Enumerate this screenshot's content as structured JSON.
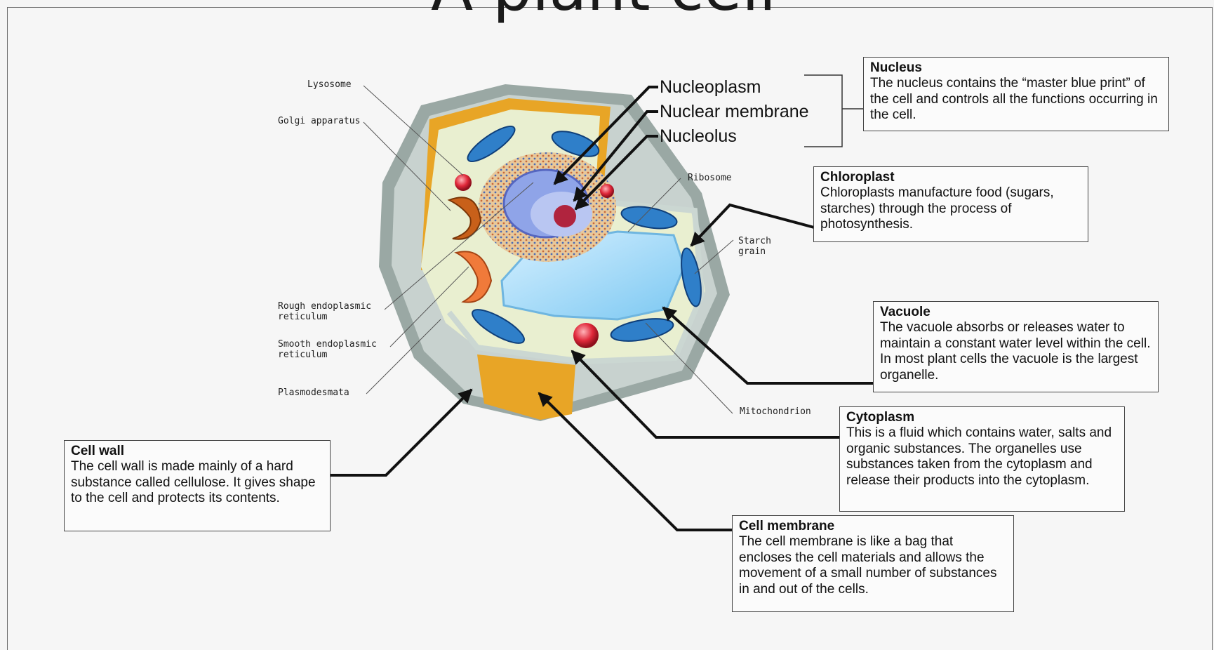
{
  "title": "A plant cell",
  "organelle_labels": {
    "lysosome": "Lysosome",
    "golgi": "Golgi apparatus",
    "rough_er": "Rough endoplasmic\nreticulum",
    "smooth_er": "Smooth endoplasmic\nreticulum",
    "plasmodesmata": "Plasmodesmata",
    "ribosome": "Ribosome",
    "starch": "Starch\ngrain",
    "mitochondrion": "Mitochondrion"
  },
  "nuclear_labels": {
    "nucleoplasm": "Nucleoplasm",
    "membrane": "Nuclear membrane",
    "nucleolus": "Nucleolus"
  },
  "boxes": {
    "nucleus": {
      "title": "Nucleus",
      "text": "The nucleus contains the “master blue print” of the cell and controls all the functions occurring in the cell."
    },
    "chloroplast": {
      "title": "Chloroplast",
      "text": "Chloroplasts manufacture food (sugars, starches) through the process of photosynthesis."
    },
    "vacuole": {
      "title": "Vacuole",
      "text": "The vacuole absorbs or releases water to maintain a constant water level within the cell. In most plant cells the vacuole is the largest organelle."
    },
    "cytoplasm": {
      "title": "Cytoplasm",
      "text": "This is a fluid which contains water, salts and organic substances. The organelles use substances taken from the cytoplasm and release their products into the cytoplasm."
    },
    "cell_wall": {
      "title": "Cell wall",
      "text": "The cell wall is made mainly of a hard substance called cellulose.  It gives shape to the cell and protects its contents."
    },
    "cell_membrane": {
      "title": "Cell membrane",
      "text": "The cell membrane is like a bag that encloses the cell materials and allows the movement of a small number of substances in and out of the cells."
    }
  }
}
